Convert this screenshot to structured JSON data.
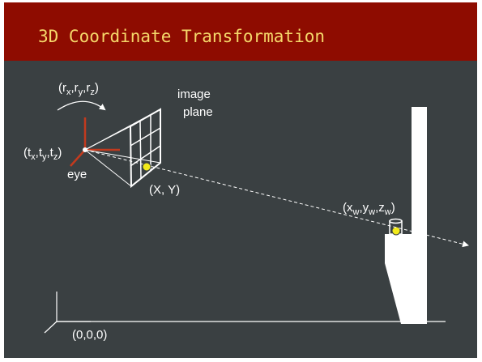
{
  "slide": {
    "title": "3D Coordinate Transformation"
  },
  "labels": {
    "rotation": {
      "base": "(r",
      "s1": "x",
      "c1": ",r",
      "s2": "y",
      "c2": ",r",
      "s3": "z",
      "end": ")"
    },
    "translation": {
      "base": "(t",
      "s1": "x",
      "c1": ",t",
      "s2": "y",
      "c2": ",t",
      "s3": "z",
      "end": ")"
    },
    "world_point": {
      "base": "(x",
      "s1": "w",
      "c1": ",y",
      "s2": "w",
      "c2": ",z",
      "s3": "w",
      "end": ")"
    },
    "image_plane_line1": "image",
    "image_plane_line2": "plane",
    "eye": "eye",
    "image_point": "(X, Y)",
    "origin": "(0,0,0)"
  },
  "colors": {
    "background": "#3a4042",
    "title_bar": "#8e0c00",
    "title_text": "#f5d86a",
    "camera_axes": "#c23a1e",
    "point_fill": "#f2ea1a",
    "lines": "#ffffff"
  }
}
